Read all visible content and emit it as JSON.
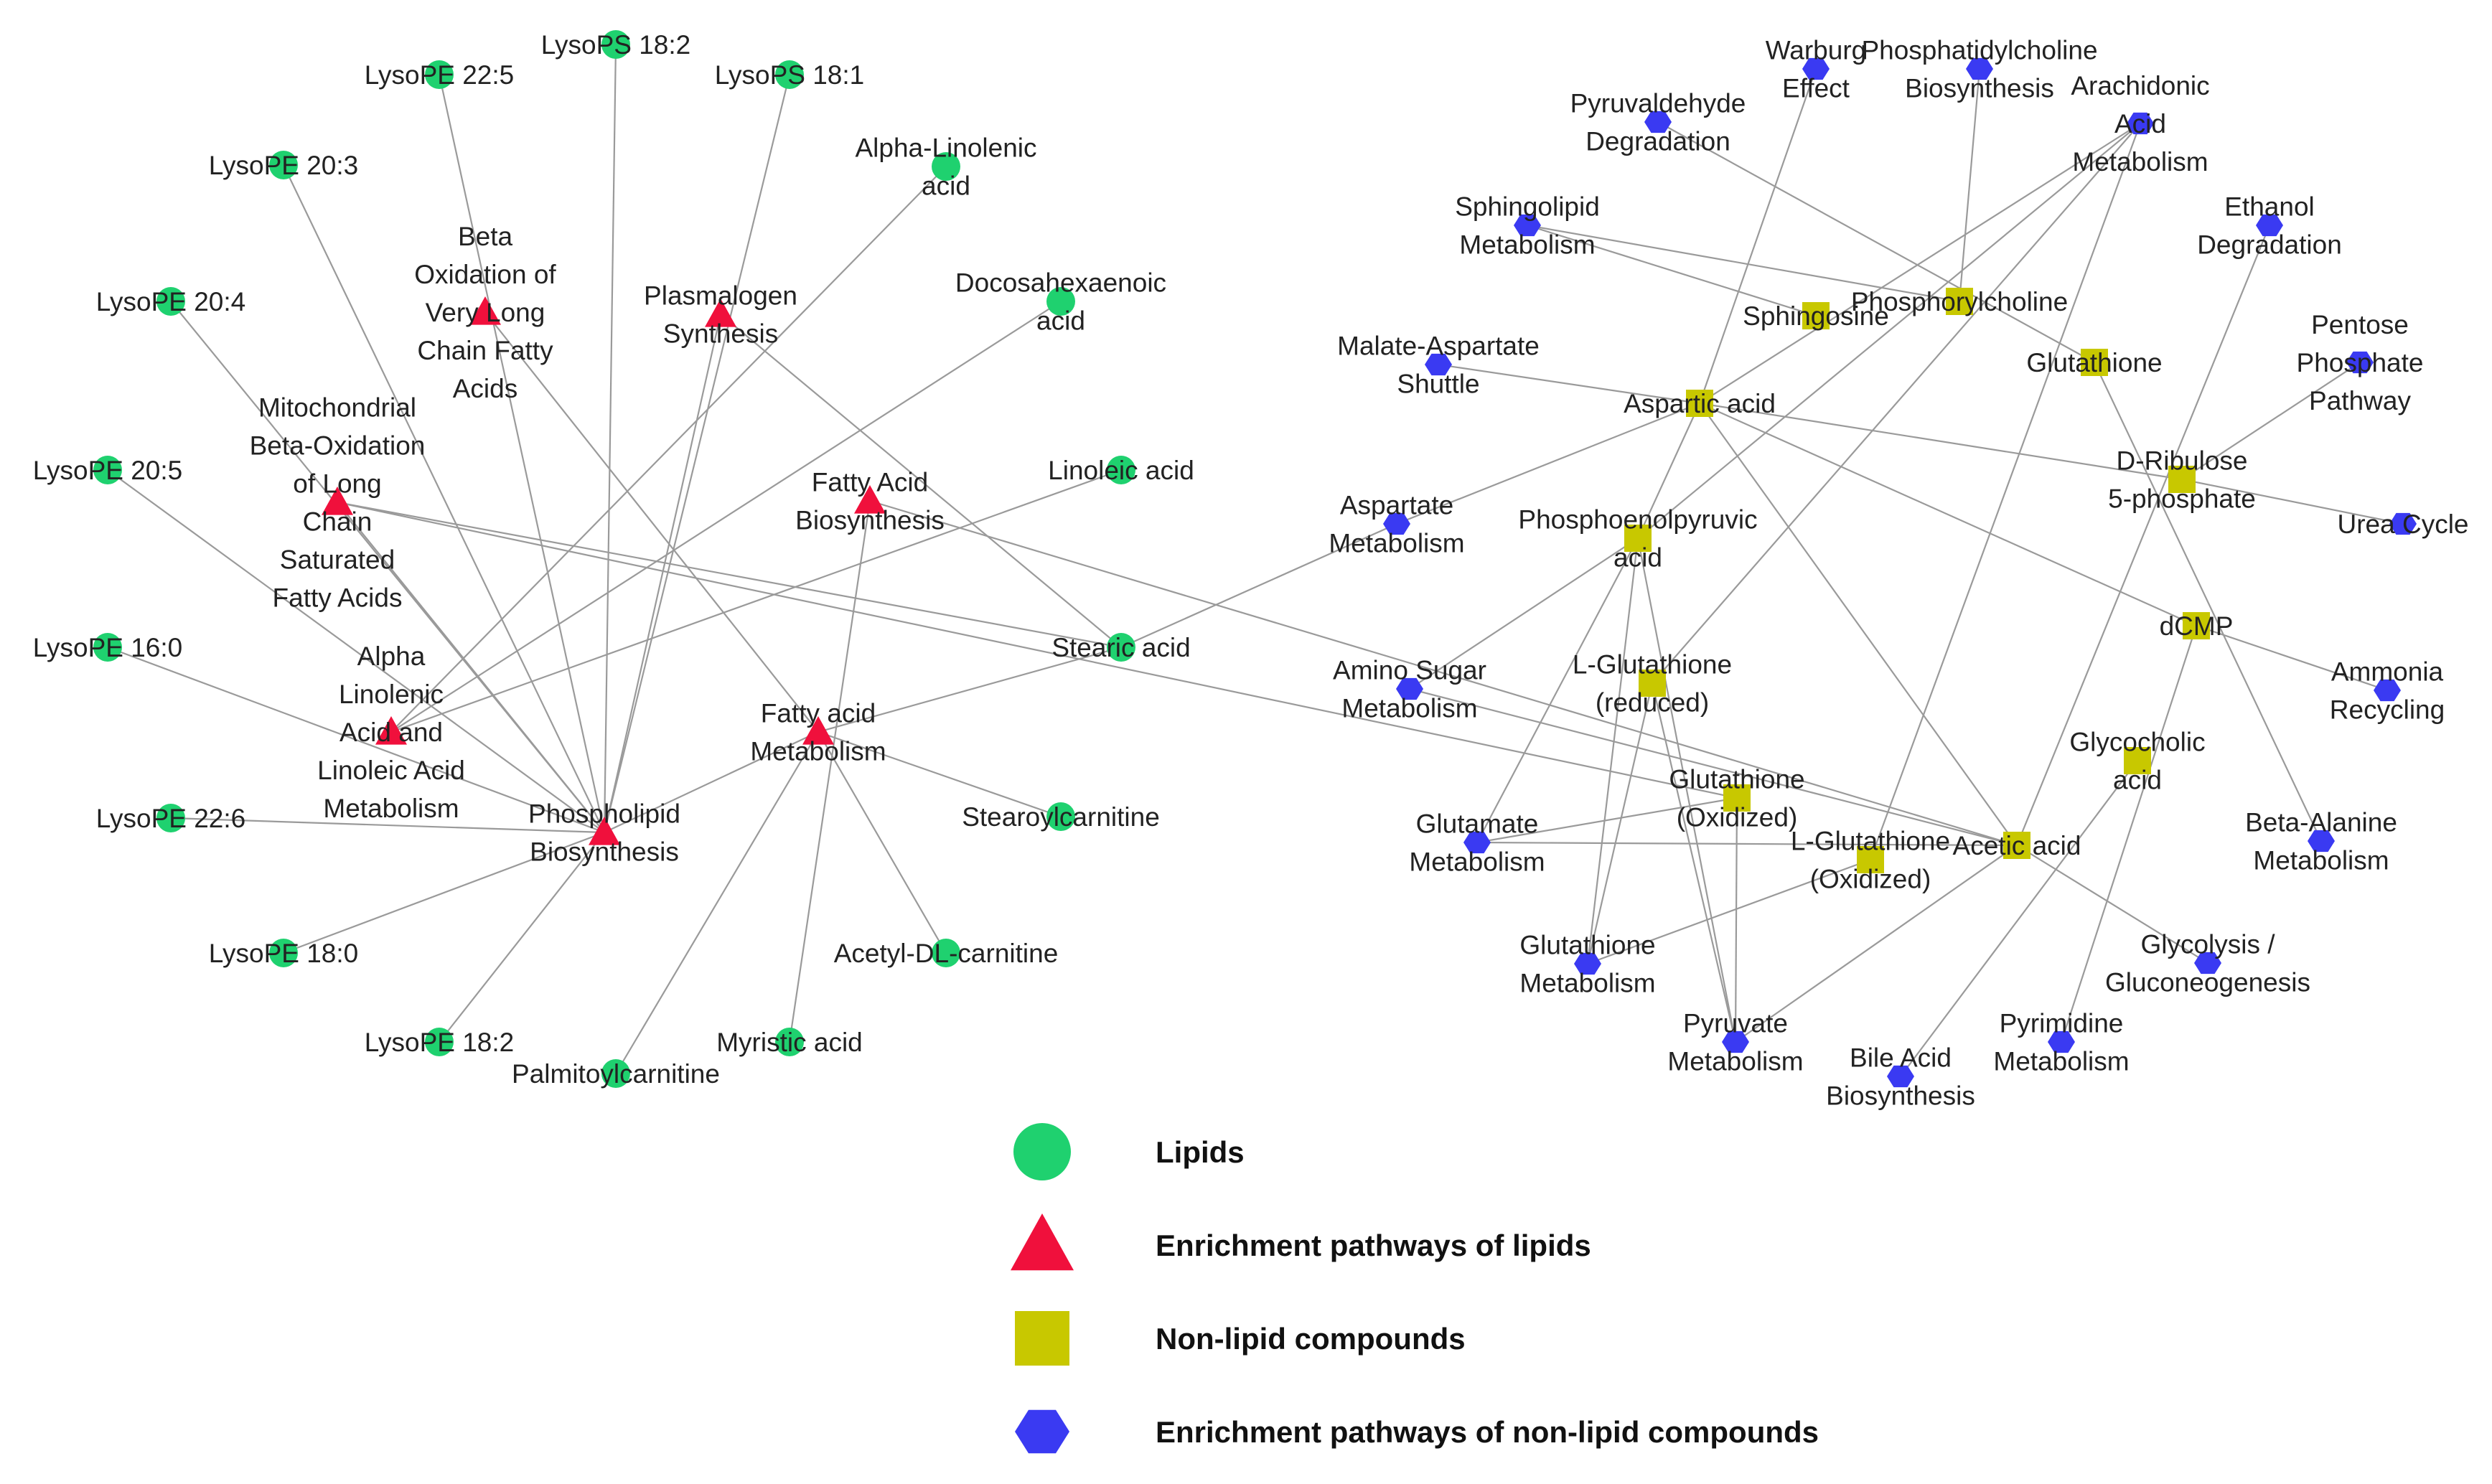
{
  "colors": {
    "lipid": "#1fd16f",
    "lipid_pathway": "#f0103c",
    "compound": "#c8c800",
    "compound_pathway": "#3a3af2",
    "edge": "#9a9a9a"
  },
  "nodes": [
    {
      "id": "lysops_18_2",
      "label": "LysoPS 18:2",
      "type": "lipid"
    },
    {
      "id": "lysope_22_5",
      "label": "LysoPE 22:5",
      "type": "lipid"
    },
    {
      "id": "lysops_18_1",
      "label": "LysoPS 18:1",
      "type": "lipid"
    },
    {
      "id": "lysope_20_3",
      "label": "LysoPE 20:3",
      "type": "lipid"
    },
    {
      "id": "alpha_linolenic_acid",
      "label": "Alpha-Linolenic\nacid",
      "type": "lipid"
    },
    {
      "id": "lysope_20_4",
      "label": "LysoPE 20:4",
      "type": "lipid"
    },
    {
      "id": "docosahexaenoic_acid",
      "label": "Docosahexaenoic\nacid",
      "type": "lipid"
    },
    {
      "id": "lysope_20_5",
      "label": "LysoPE 20:5",
      "type": "lipid"
    },
    {
      "id": "linoleic_acid",
      "label": "Linoleic acid",
      "type": "lipid"
    },
    {
      "id": "lysope_16_0",
      "label": "LysoPE 16:0",
      "type": "lipid"
    },
    {
      "id": "stearic_acid",
      "label": "Stearic acid",
      "type": "lipid"
    },
    {
      "id": "lysope_22_6",
      "label": "LysoPE 22:6",
      "type": "lipid"
    },
    {
      "id": "stearoylcarnitine",
      "label": "Stearoylcarnitine",
      "type": "lipid"
    },
    {
      "id": "lysope_18_0",
      "label": "LysoPE 18:0",
      "type": "lipid"
    },
    {
      "id": "acetyl_dl_carnitine",
      "label": "Acetyl-DL-carnitine",
      "type": "lipid"
    },
    {
      "id": "lysope_18_2",
      "label": "LysoPE 18:2",
      "type": "lipid"
    },
    {
      "id": "myristic_acid",
      "label": "Myristic acid",
      "type": "lipid"
    },
    {
      "id": "palmitoylcarnitine",
      "label": "Palmitoylcarnitine",
      "type": "lipid"
    },
    {
      "id": "beta_oxidation_vlcfa",
      "label": "Beta\nOxidation of\nVery Long\nChain Fatty\nAcids",
      "type": "lipid_pathway"
    },
    {
      "id": "plasmalogen_synthesis",
      "label": "Plasmalogen\nSynthesis",
      "type": "lipid_pathway"
    },
    {
      "id": "mito_beta_oxidation",
      "label": "Mitochondrial\nBeta-Oxidation\nof Long\nChain\nSaturated\nFatty Acids",
      "type": "lipid_pathway"
    },
    {
      "id": "fatty_acid_biosynthesis",
      "label": "Fatty Acid\nBiosynthesis",
      "type": "lipid_pathway"
    },
    {
      "id": "alpha_linolenic_metabolism",
      "label": "Alpha\nLinolenic\nAcid and\nLinoleic Acid\nMetabolism",
      "type": "lipid_pathway"
    },
    {
      "id": "fatty_acid_metabolism",
      "label": "Fatty acid\nMetabolism",
      "type": "lipid_pathway"
    },
    {
      "id": "phospholipid_biosynthesis",
      "label": "Phospholipid\nBiosynthesis",
      "type": "lipid_pathway"
    },
    {
      "id": "warburg_effect",
      "label": "Warburg\nEffect",
      "type": "compound_pathway"
    },
    {
      "id": "phosphatidylcholine_biosynthesis",
      "label": "Phosphatidylcholine\nBiosynthesis",
      "type": "compound_pathway"
    },
    {
      "id": "arachidonic_acid_metabolism",
      "label": "Arachidonic\nAcid\nMetabolism",
      "type": "compound_pathway"
    },
    {
      "id": "pyruvaldehyde_degradation",
      "label": "Pyruvaldehyde\nDegradation",
      "type": "compound_pathway"
    },
    {
      "id": "sphingolipid_metabolism",
      "label": "Sphingolipid\nMetabolism",
      "type": "compound_pathway"
    },
    {
      "id": "ethanol_degradation",
      "label": "Ethanol\nDegradation",
      "type": "compound_pathway"
    },
    {
      "id": "sphingosine",
      "label": "Sphingosine",
      "type": "compound"
    },
    {
      "id": "phosphorylcholine",
      "label": "Phosphorylcholine",
      "type": "compound"
    },
    {
      "id": "pentose_phosphate_pathway",
      "label": "Pentose\nPhosphate\nPathway",
      "type": "compound_pathway"
    },
    {
      "id": "malate_aspartate_shuttle",
      "label": "Malate-Aspartate\nShuttle",
      "type": "compound_pathway"
    },
    {
      "id": "glutathione",
      "label": "Glutathione",
      "type": "compound"
    },
    {
      "id": "aspartic_acid",
      "label": "Aspartic acid",
      "type": "compound"
    },
    {
      "id": "d_ribulose_5_phosphate",
      "label": "D-Ribulose\n5-phosphate",
      "type": "compound"
    },
    {
      "id": "aspartate_metabolism",
      "label": "Aspartate\nMetabolism",
      "type": "compound_pathway"
    },
    {
      "id": "phosphoenolpyruvic_acid",
      "label": "Phosphoenolpyruvic\nacid",
      "type": "compound"
    },
    {
      "id": "urea_cycle",
      "label": "Urea Cycle",
      "type": "compound_pathway"
    },
    {
      "id": "dcmp",
      "label": "dCMP",
      "type": "compound"
    },
    {
      "id": "amino_sugar_metabolism",
      "label": "Amino Sugar\nMetabolism",
      "type": "compound_pathway"
    },
    {
      "id": "l_glutathione_reduced",
      "label": "L-Glutathione\n(reduced)",
      "type": "compound"
    },
    {
      "id": "ammonia_recycling",
      "label": "Ammonia\nRecycling",
      "type": "compound_pathway"
    },
    {
      "id": "glycocholic_acid",
      "label": "Glycocholic\nacid",
      "type": "compound"
    },
    {
      "id": "glutathione_oxidized",
      "label": "Glutathione\n(Oxidized)",
      "type": "compound"
    },
    {
      "id": "glutamate_metabolism",
      "label": "Glutamate\nMetabolism",
      "type": "compound_pathway"
    },
    {
      "id": "l_glutathione_oxidized",
      "label": "L-Glutathione\n(Oxidized)",
      "type": "compound"
    },
    {
      "id": "acetic_acid",
      "label": "Acetic acid",
      "type": "compound"
    },
    {
      "id": "beta_alanine_metabolism",
      "label": "Beta-Alanine\nMetabolism",
      "type": "compound_pathway"
    },
    {
      "id": "glutathione_metabolism",
      "label": "Glutathione\nMetabolism",
      "type": "compound_pathway"
    },
    {
      "id": "glycolysis_gluconeogenesis",
      "label": "Glycolysis /\nGluconeogenesis",
      "type": "compound_pathway"
    },
    {
      "id": "pyruvate_metabolism",
      "label": "Pyruvate\nMetabolism",
      "type": "compound_pathway"
    },
    {
      "id": "bile_acid_biosynthesis",
      "label": "Bile Acid\nBiosynthesis",
      "type": "compound_pathway"
    },
    {
      "id": "pyrimidine_metabolism",
      "label": "Pyrimidine\nMetabolism",
      "type": "compound_pathway"
    }
  ],
  "edges": [
    [
      "lysope_22_5",
      "phospholipid_biosynthesis"
    ],
    [
      "lysops_18_2",
      "phospholipid_biosynthesis"
    ],
    [
      "lysops_18_1",
      "phospholipid_biosynthesis"
    ],
    [
      "lysope_20_3",
      "phospholipid_biosynthesis"
    ],
    [
      "lysope_20_4",
      "phospholipid_biosynthesis"
    ],
    [
      "lysope_20_5",
      "phospholipid_biosynthesis"
    ],
    [
      "lysope_16_0",
      "phospholipid_biosynthesis"
    ],
    [
      "lysope_22_6",
      "phospholipid_biosynthesis"
    ],
    [
      "lysope_18_0",
      "phospholipid_biosynthesis"
    ],
    [
      "lysope_18_2",
      "phospholipid_biosynthesis"
    ],
    [
      "phospholipid_biosynthesis",
      "fatty_acid_metabolism"
    ],
    [
      "alpha_linolenic_acid",
      "alpha_linolenic_metabolism"
    ],
    [
      "docosahexaenoic_acid",
      "alpha_linolenic_metabolism"
    ],
    [
      "linoleic_acid",
      "alpha_linolenic_metabolism"
    ],
    [
      "plasmalogen_synthesis",
      "phospholipid_biosynthesis"
    ],
    [
      "plasmalogen_synthesis",
      "stearic_acid"
    ],
    [
      "beta_oxidation_vlcfa",
      "fatty_acid_metabolism"
    ],
    [
      "mito_beta_oxidation",
      "phospholipid_biosynthesis"
    ],
    [
      "mito_beta_oxidation",
      "stearic_acid"
    ],
    [
      "mito_beta_oxidation",
      "glutathione_oxidized"
    ],
    [
      "fatty_acid_biosynthesis",
      "myristic_acid"
    ],
    [
      "fatty_acid_biosynthesis",
      "acetic_acid"
    ],
    [
      "fatty_acid_metabolism",
      "stearic_acid"
    ],
    [
      "fatty_acid_metabolism",
      "stearoylcarnitine"
    ],
    [
      "fatty_acid_metabolism",
      "acetyl_dl_carnitine"
    ],
    [
      "fatty_acid_metabolism",
      "palmitoylcarnitine"
    ],
    [
      "stearic_acid",
      "aspartate_metabolism"
    ],
    [
      "aspartate_metabolism",
      "aspartic_acid"
    ],
    [
      "warburg_effect",
      "aspartic_acid"
    ],
    [
      "phosphatidylcholine_biosynthesis",
      "phosphorylcholine"
    ],
    [
      "arachidonic_acid_metabolism",
      "aspartic_acid"
    ],
    [
      "arachidonic_acid_metabolism",
      "phosphoenolpyruvic_acid"
    ],
    [
      "arachidonic_acid_metabolism",
      "l_glutathione_reduced"
    ],
    [
      "arachidonic_acid_metabolism",
      "l_glutathione_oxidized"
    ],
    [
      "pyruvaldehyde_degradation",
      "glutathione"
    ],
    [
      "sphingolipid_metabolism",
      "sphingosine"
    ],
    [
      "sphingolipid_metabolism",
      "phosphorylcholine"
    ],
    [
      "malate_aspartate_shuttle",
      "aspartic_acid"
    ],
    [
      "aspartic_acid",
      "d_ribulose_5_phosphate"
    ],
    [
      "aspartic_acid",
      "dcmp"
    ],
    [
      "aspartic_acid",
      "acetic_acid"
    ],
    [
      "aspartic_acid",
      "phosphoenolpyruvic_acid"
    ],
    [
      "ethanol_degradation",
      "acetic_acid"
    ],
    [
      "pentose_phosphate_pathway",
      "d_ribulose_5_phosphate"
    ],
    [
      "d_ribulose_5_phosphate",
      "urea_cycle"
    ],
    [
      "dcmp",
      "ammonia_recycling"
    ],
    [
      "dcmp",
      "pyrimidine_metabolism"
    ],
    [
      "phosphoenolpyruvic_acid",
      "glutamate_metabolism"
    ],
    [
      "phosphoenolpyruvic_acid",
      "pyruvate_metabolism"
    ],
    [
      "phosphoenolpyruvic_acid",
      "glutathione_metabolism"
    ],
    [
      "amino_sugar_metabolism",
      "acetic_acid"
    ],
    [
      "amino_sugar_metabolism",
      "phosphoenolpyruvic_acid"
    ],
    [
      "l_glutathione_reduced",
      "glutathione_metabolism"
    ],
    [
      "l_glutathione_reduced",
      "pyruvate_metabolism"
    ],
    [
      "glutathione_oxidized",
      "glutamate_metabolism"
    ],
    [
      "glutathione_oxidized",
      "pyruvate_metabolism"
    ],
    [
      "glutamate_metabolism",
      "acetic_acid"
    ],
    [
      "l_glutathione_oxidized",
      "glutathione_metabolism"
    ],
    [
      "glycocholic_acid",
      "bile_acid_biosynthesis"
    ],
    [
      "acetic_acid",
      "glycolysis_gluconeogenesis"
    ],
    [
      "acetic_acid",
      "pyruvate_metabolism"
    ],
    [
      "glutathione",
      "beta_alanine_metabolism"
    ]
  ],
  "legend": [
    {
      "type": "lipid",
      "label": "Lipids",
      "shape": "circle"
    },
    {
      "type": "lipid_pathway",
      "label": "Enrichment pathways of lipids",
      "shape": "triangle"
    },
    {
      "type": "compound",
      "label": "Non-lipid compounds",
      "shape": "square"
    },
    {
      "type": "compound_pathway",
      "label": "Enrichment pathways of non-lipid compounds",
      "shape": "hexagon"
    }
  ]
}
